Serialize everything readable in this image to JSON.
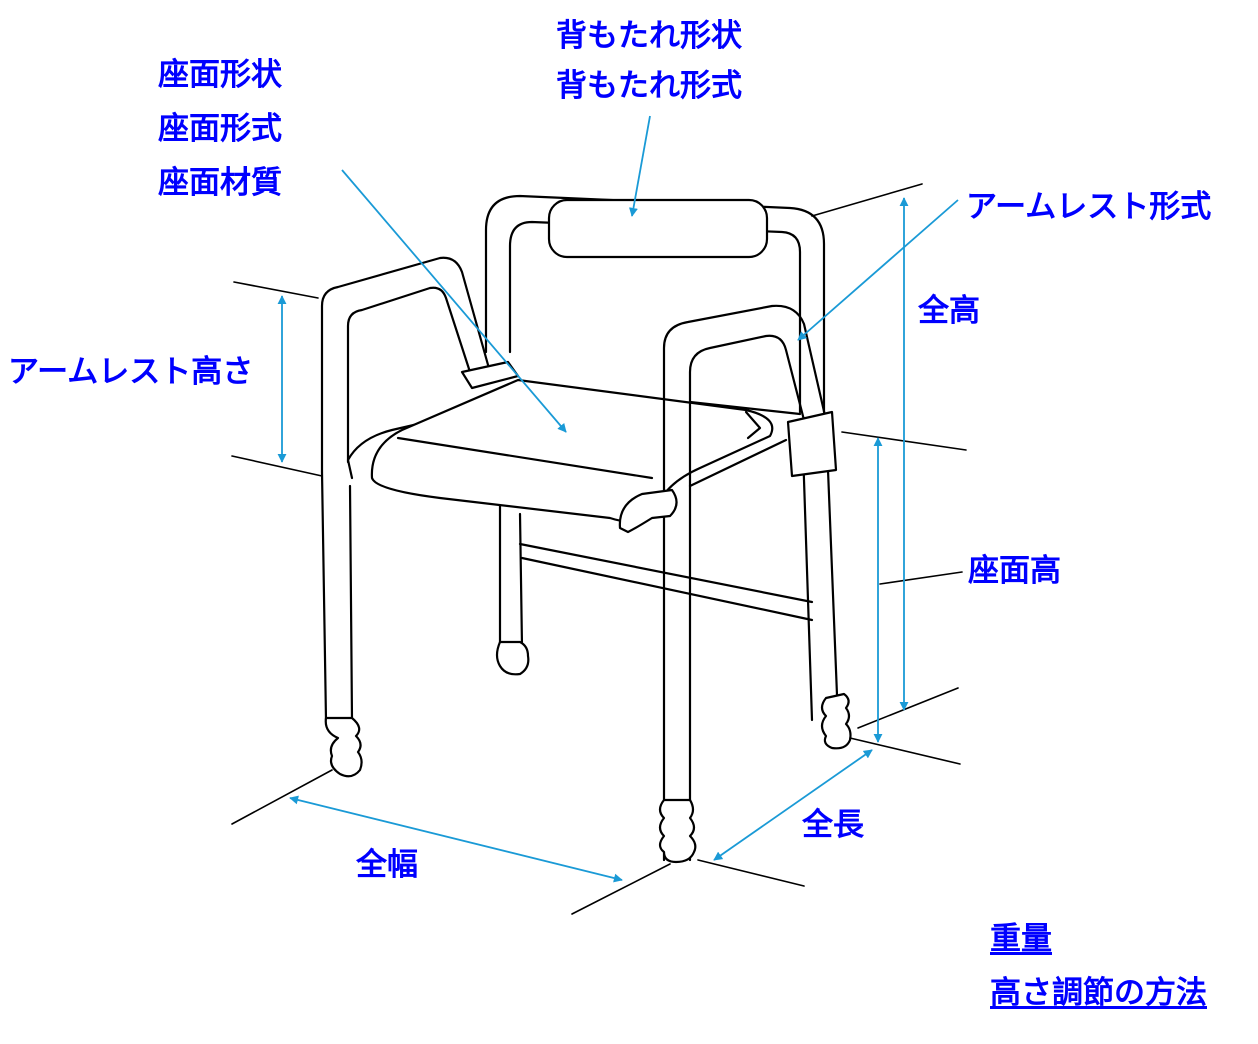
{
  "colors": {
    "label": "#0000ff",
    "dimension_line": "#1a9ad6",
    "drawing_line": "#000000"
  },
  "labels": {
    "seat": [
      "座面形状",
      "座面形式",
      "座面材質"
    ],
    "backrest": [
      "背もたれ形状",
      "背もたれ形式"
    ],
    "armrest_type": "アームレスト形式",
    "armrest_height": "アームレスト高さ",
    "total_height": "全高",
    "seat_height": "座面高",
    "total_length": "全長",
    "total_width": "全幅",
    "weight": "重量",
    "height_adjustment": "高さ調節の方法"
  }
}
